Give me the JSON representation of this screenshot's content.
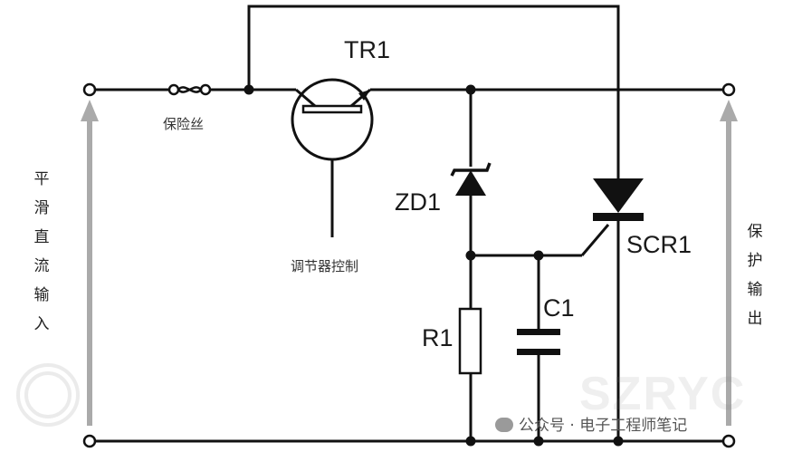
{
  "labels": {
    "tr1": "TR1",
    "zd1": "ZD1",
    "scr1": "SCR1",
    "c1": "C1",
    "r1": "R1",
    "fuse": "保险丝",
    "regulator_control": "调节器控制"
  },
  "side_labels": {
    "input": "平滑直流输入",
    "output": "保护输出"
  },
  "watermark": {
    "account": "公众号 · 电子工程师笔记",
    "logo_text": "SZRYC"
  },
  "colors": {
    "wire": "#111111",
    "arrow": "#aaaaaa"
  }
}
